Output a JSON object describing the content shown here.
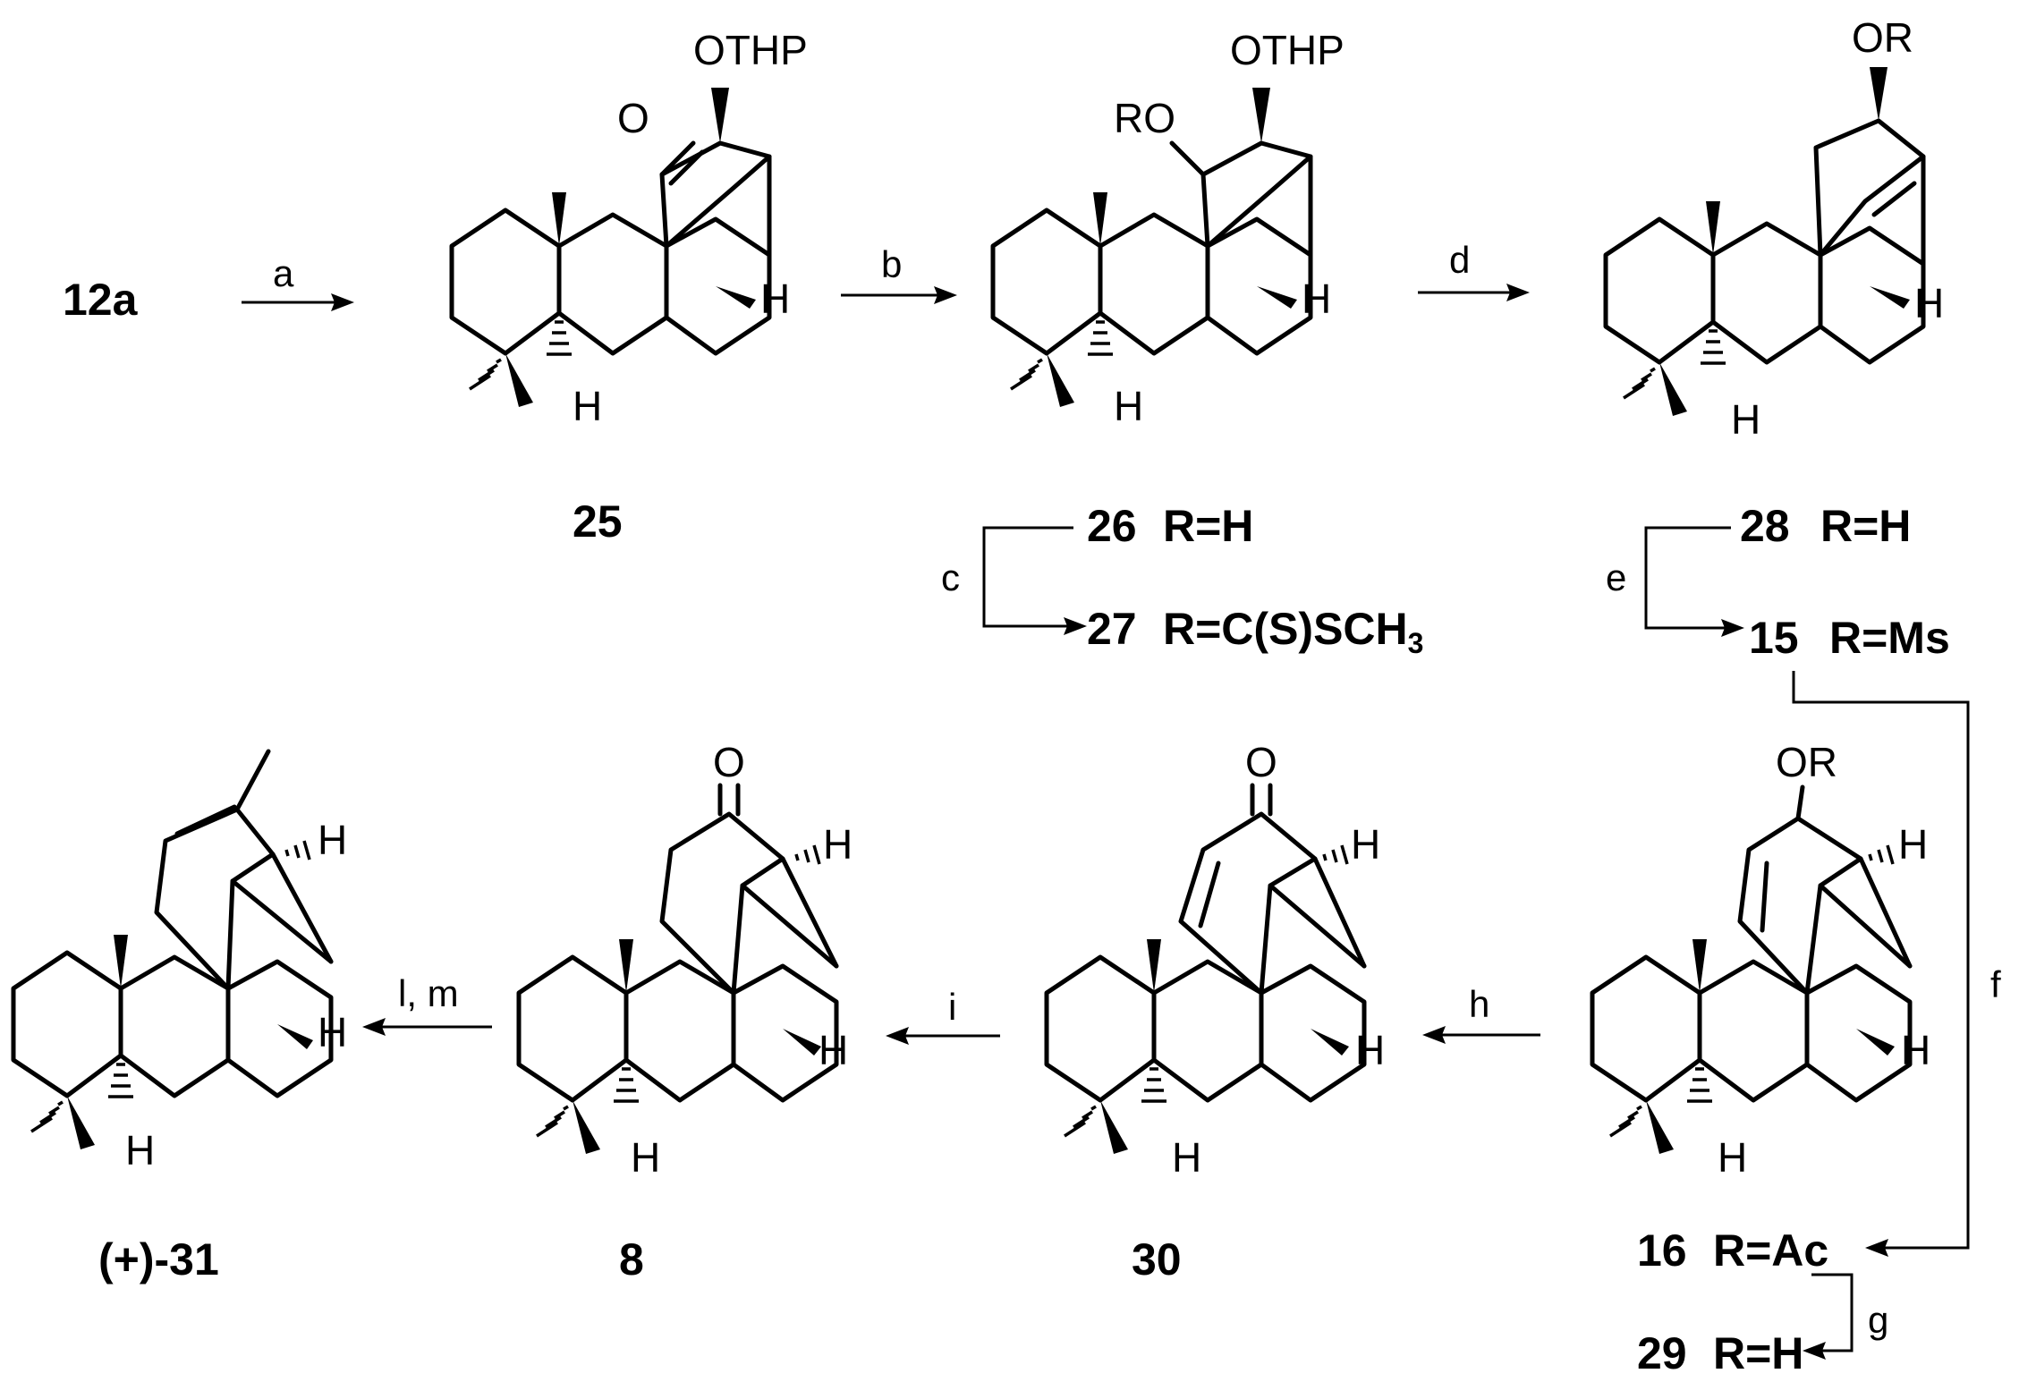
{
  "compounds": {
    "c12a": "12a",
    "c25": "25",
    "c26": "26",
    "c26_r": "R=H",
    "c27": "27",
    "c27_r": "R=C(S)SCH",
    "c27_r_sub": "3",
    "c28": "28",
    "c28_r": "R=H",
    "c15": "15",
    "c15_r": "R=Ms",
    "c16": "16",
    "c16_r": "R=Ac",
    "c29": "29",
    "c29_r": "R=H",
    "c30": "30",
    "c8": "8",
    "c31": "(+)-31"
  },
  "conditions": {
    "a": "a",
    "b": "b",
    "c": "c",
    "d": "d",
    "e": "e",
    "f": "f",
    "g": "g",
    "h": "h",
    "i": "i",
    "lm": "l, m"
  },
  "atoms": {
    "othp": "OTHP",
    "o": "O",
    "ro": "RO",
    "or": "OR",
    "h": "H"
  }
}
